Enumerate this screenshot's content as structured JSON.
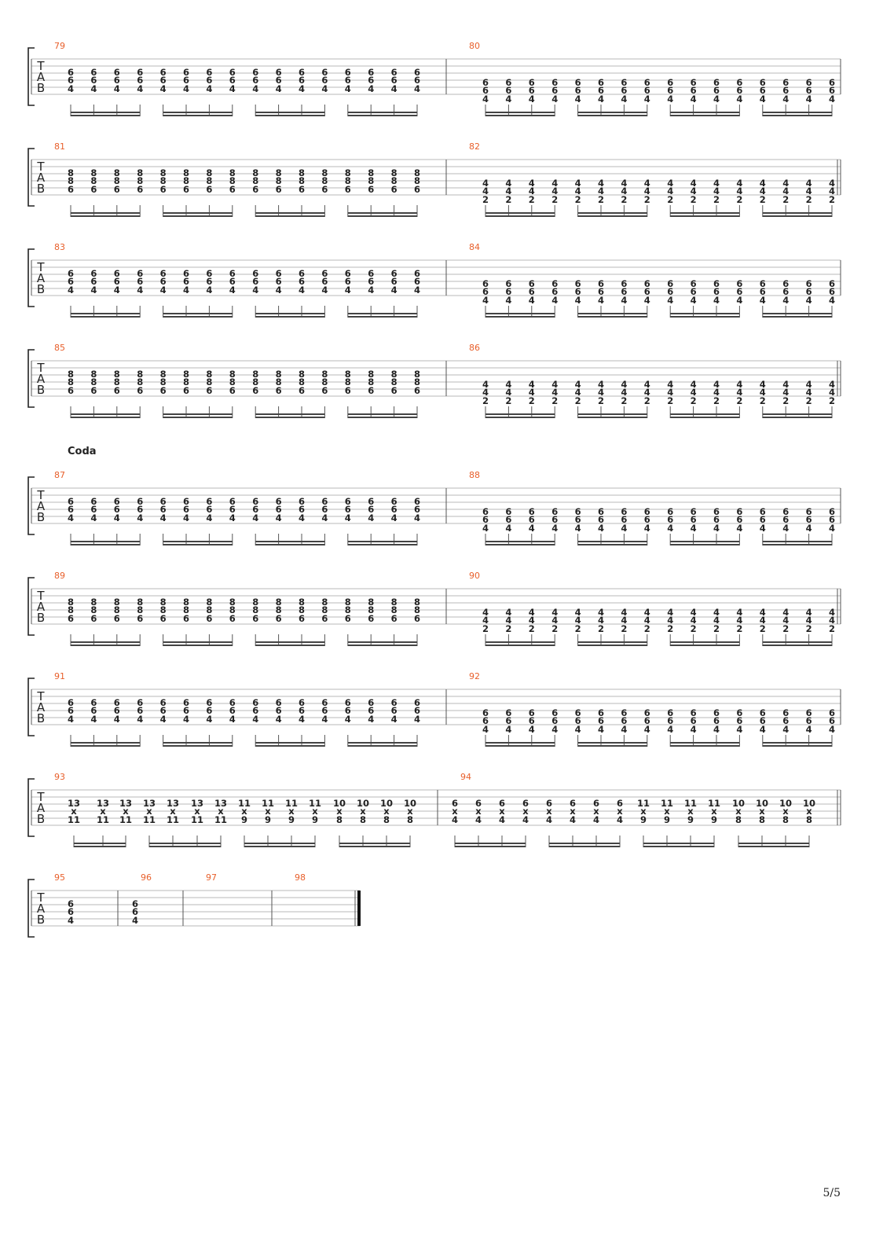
{
  "page": {
    "number": "5/5"
  },
  "tab_letters": [
    "T",
    "A",
    "B"
  ],
  "coda_label": "Coda",
  "systems": [
    {
      "measures": [
        {
          "number": "79",
          "notes": [
            [
              "6",
              "6",
              "4"
            ]
          ],
          "repeat": 16
        },
        {
          "number": "80",
          "notes": [
            [
              "6",
              "6",
              "4"
            ]
          ],
          "repeat": 16,
          "low": true
        }
      ]
    },
    {
      "measures": [
        {
          "number": "81",
          "notes": [
            [
              "8",
              "8",
              "6"
            ]
          ],
          "repeat": 16
        },
        {
          "number": "82",
          "notes": [
            [
              "4",
              "4",
              "2"
            ]
          ],
          "repeat": 16,
          "low": true
        }
      ],
      "double_end": true
    },
    {
      "measures": [
        {
          "number": "83",
          "notes": [
            [
              "6",
              "6",
              "4"
            ]
          ],
          "repeat": 16
        },
        {
          "number": "84",
          "notes": [
            [
              "6",
              "6",
              "4"
            ]
          ],
          "repeat": 16,
          "low": true
        }
      ]
    },
    {
      "measures": [
        {
          "number": "85",
          "notes": [
            [
              "8",
              "8",
              "6"
            ]
          ],
          "repeat": 16
        },
        {
          "number": "86",
          "notes": [
            [
              "4",
              "4",
              "2"
            ]
          ],
          "repeat": 16,
          "low": true
        }
      ],
      "double_end": true
    },
    {
      "coda": true,
      "measures": [
        {
          "number": "87",
          "notes": [
            [
              "6",
              "6",
              "4"
            ]
          ],
          "repeat": 16
        },
        {
          "number": "88",
          "notes": [
            [
              "6",
              "6",
              "4"
            ]
          ],
          "repeat": 16,
          "low": true
        }
      ]
    },
    {
      "measures": [
        {
          "number": "89",
          "notes": [
            [
              "8",
              "8",
              "6"
            ]
          ],
          "repeat": 16
        },
        {
          "number": "90",
          "notes": [
            [
              "4",
              "4",
              "2"
            ]
          ],
          "repeat": 16,
          "low": true
        }
      ],
      "double_end": true
    },
    {
      "measures": [
        {
          "number": "91",
          "notes": [
            [
              "6",
              "6",
              "4"
            ]
          ],
          "repeat": 16
        },
        {
          "number": "92",
          "notes": [
            [
              "6",
              "6",
              "4"
            ]
          ],
          "repeat": 16,
          "low": true
        }
      ]
    },
    {
      "measures": [
        {
          "number": "93",
          "notes": [
            [
              "13",
              "x",
              "11"
            ],
            [
              "13",
              "x",
              "11"
            ],
            [
              "13",
              "x",
              "11"
            ],
            [
              "13",
              "x",
              "11"
            ],
            [
              "13",
              "x",
              "11"
            ],
            [
              "13",
              "x",
              "11"
            ],
            [
              "13",
              "x",
              "11"
            ],
            [
              "11",
              "x",
              "9"
            ],
            [
              "11",
              "x",
              "9"
            ],
            [
              "11",
              "x",
              "9"
            ],
            [
              "11",
              "x",
              "9"
            ],
            [
              "10",
              "x",
              "8"
            ],
            [
              "10",
              "x",
              "8"
            ],
            [
              "10",
              "x",
              "8"
            ],
            [
              "10",
              "x",
              "8"
            ]
          ]
        },
        {
          "number": "94",
          "notes": [
            [
              "6",
              "x",
              "4"
            ],
            [
              "6",
              "x",
              "4"
            ],
            [
              "6",
              "x",
              "4"
            ],
            [
              "6",
              "x",
              "4"
            ],
            [
              "6",
              "x",
              "4"
            ],
            [
              "6",
              "x",
              "4"
            ],
            [
              "6",
              "x",
              "4"
            ],
            [
              "6",
              "x",
              "4"
            ],
            [
              "11",
              "x",
              "9"
            ],
            [
              "11",
              "x",
              "9"
            ],
            [
              "11",
              "x",
              "9"
            ],
            [
              "11",
              "x",
              "9"
            ],
            [
              "10",
              "x",
              "8"
            ],
            [
              "10",
              "x",
              "8"
            ],
            [
              "10",
              "x",
              "8"
            ],
            [
              "10",
              "x",
              "8"
            ]
          ]
        }
      ],
      "double_end": true
    },
    {
      "final": true,
      "measures": [
        {
          "number": "95",
          "notes": [
            [
              "6",
              "6",
              "4"
            ]
          ]
        },
        {
          "number": "96",
          "notes": [
            [
              "6",
              "6",
              "4"
            ]
          ]
        },
        {
          "number": "97",
          "notes": []
        },
        {
          "number": "98",
          "notes": []
        }
      ]
    }
  ]
}
